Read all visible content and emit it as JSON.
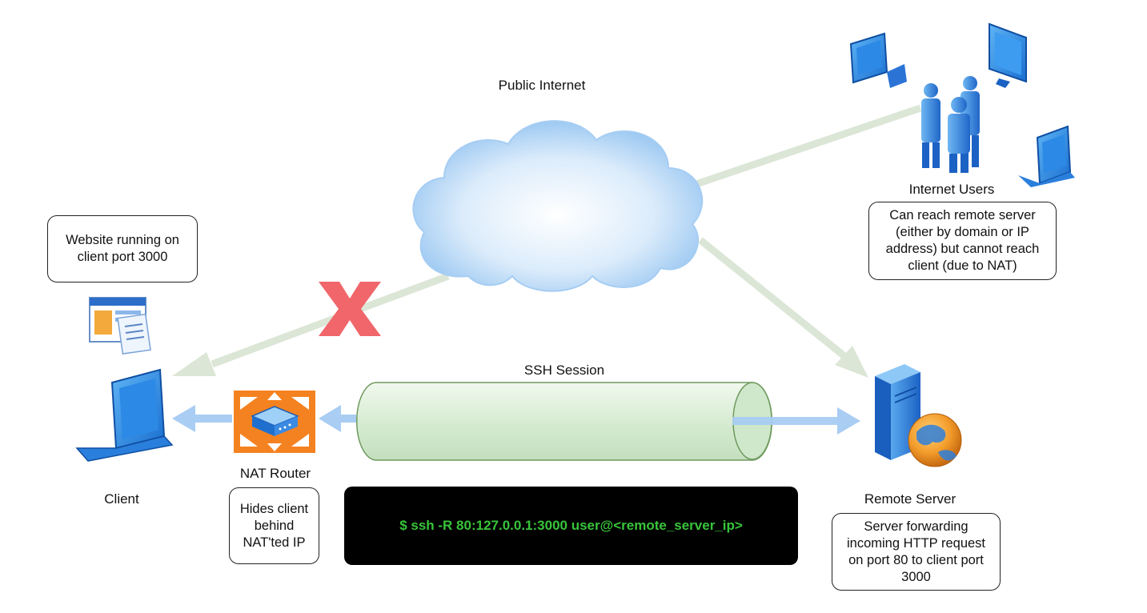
{
  "labels": {
    "public_internet": "Public Internet",
    "internet_users": "Internet Users",
    "client": "Client",
    "nat_router": "NAT Router",
    "ssh_session": "SSH Session",
    "remote_server": "Remote Server"
  },
  "notes": {
    "website": [
      "Website running on",
      "client port 3000"
    ],
    "internet_users": [
      "Can reach remote server",
      "(either by domain or IP",
      "address) but cannot reach",
      "client (due to NAT)"
    ],
    "nat_router": [
      "Hides client",
      "behind",
      "NAT'ted IP"
    ],
    "remote_server": [
      "Server forwarding",
      "incoming HTTP request",
      "on port 80 to client port",
      "3000"
    ]
  },
  "terminal": {
    "command": "$ ssh -R 80:127.0.0.1:3000 user@<remote_server_ip>"
  },
  "icons": {
    "cloud": "cloud-icon",
    "blocked": "red-x-icon",
    "client": "laptop-icon",
    "website": "webpage-icon",
    "router": "router-icon",
    "server": "web-server-icon",
    "users": [
      "desktop-monitor-icon",
      "monitor-icon",
      "users-group-icon",
      "laptop-icon"
    ],
    "tunnel": "ssh-tunnel-cylinder"
  },
  "colors": {
    "connection_line": "#dbe6d6",
    "arrow_blue": "#a9cdf3",
    "cloud_blue": "#8fc1f0",
    "tunnel_fill": "#d7ecd3",
    "tunnel_stroke": "#6e9a5e",
    "x_red": "#f0666a",
    "router_orange": "#f58220",
    "terminal_bg": "#000000",
    "terminal_text": "#38c43a"
  }
}
